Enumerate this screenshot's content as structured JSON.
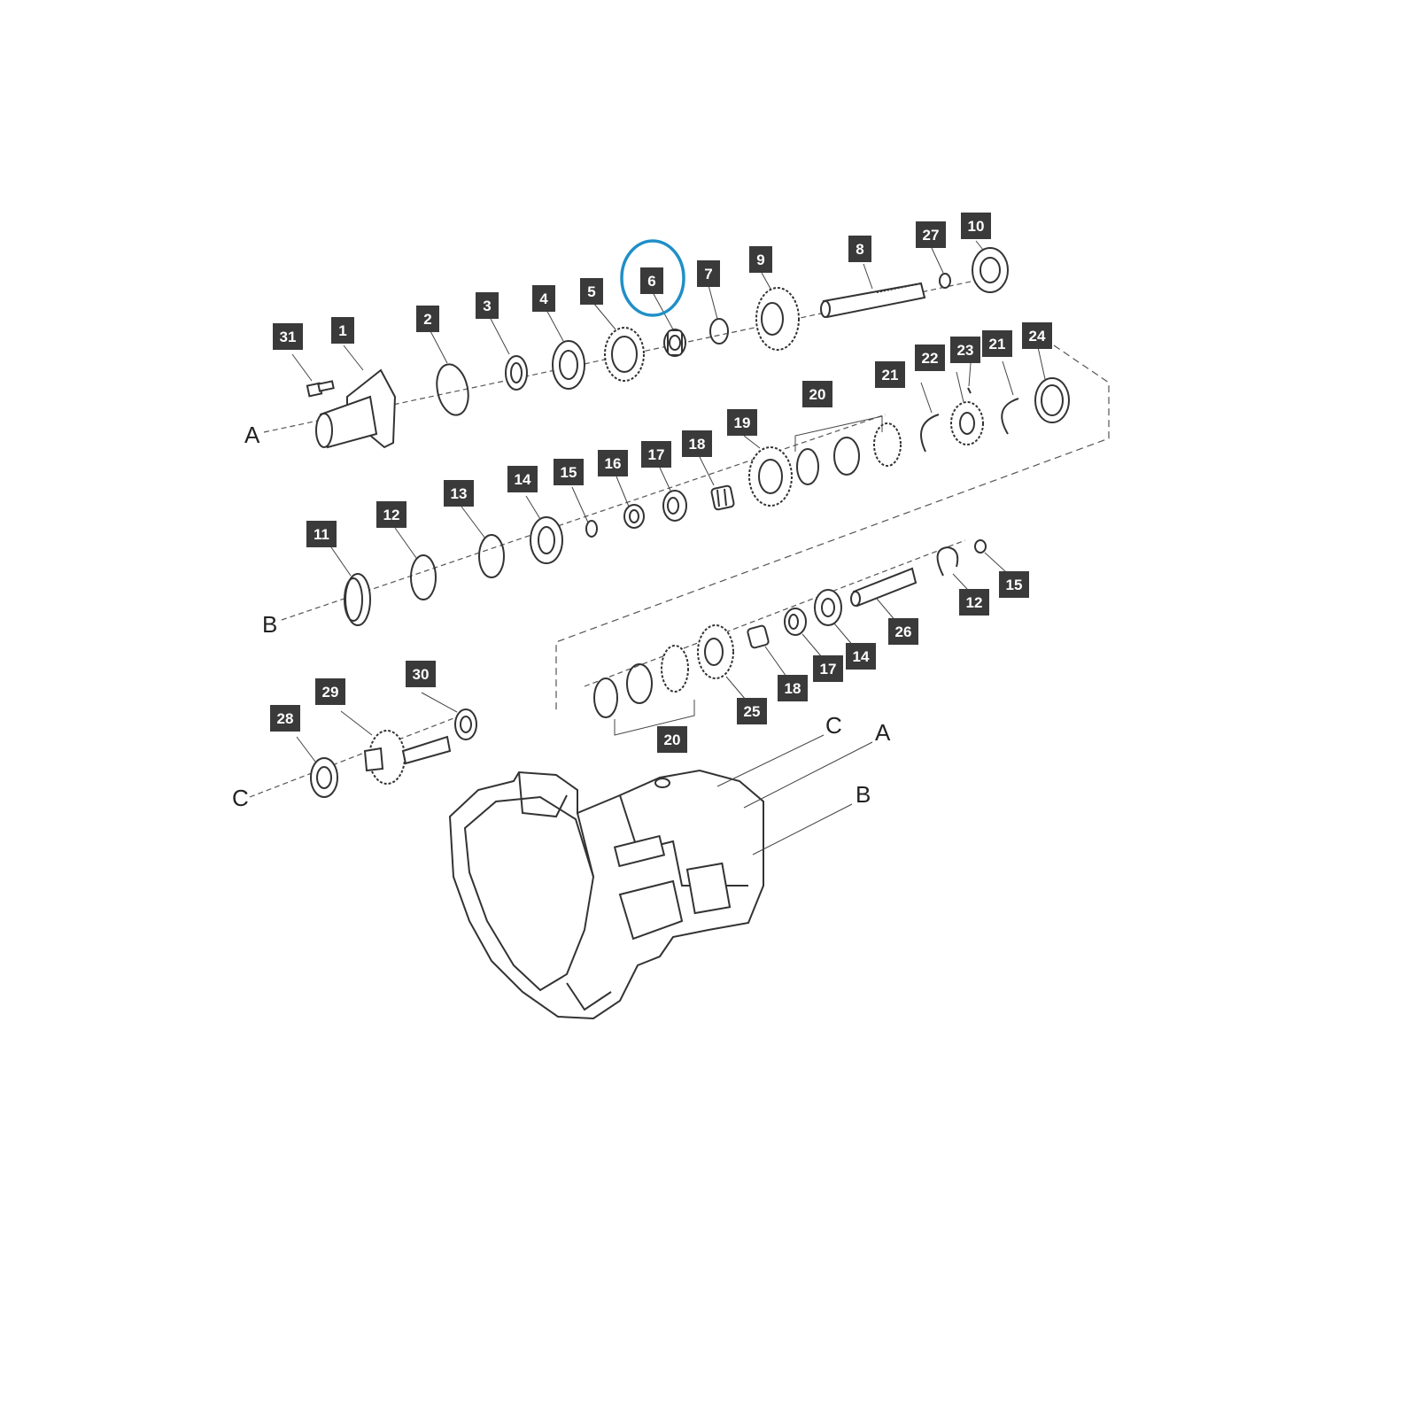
{
  "labels": {
    "l31": "31",
    "l1": "1",
    "l2": "2",
    "l3": "3",
    "l4": "4",
    "l5": "5",
    "l6": "6",
    "l7": "7",
    "l9": "9",
    "l8": "8",
    "l27": "27",
    "l10": "10",
    "l20a": "20",
    "l21a": "21",
    "l22": "22",
    "l23": "23",
    "l21b": "21",
    "l24": "24",
    "l19": "19",
    "l18a": "18",
    "l17a": "17",
    "l16": "16",
    "l15a": "15",
    "l14a": "14",
    "l13": "13",
    "l12a": "12",
    "l11": "11",
    "l12b": "12",
    "l15b": "15",
    "l26": "26",
    "l14b": "14",
    "l17b": "17",
    "l18b": "18",
    "l25": "25",
    "l20b": "20",
    "l30": "30",
    "l29": "29",
    "l28": "28"
  },
  "axis_letters": {
    "a_left": "A",
    "b_left": "B",
    "c_left": "C",
    "c_housing": "C",
    "a_housing": "A",
    "b_housing": "B"
  },
  "highlight": {
    "part": "6",
    "color": "#1f8fc7"
  },
  "colors": {
    "label_bg": "#3a3a3a",
    "label_text": "#ffffff",
    "line": "#333333"
  }
}
